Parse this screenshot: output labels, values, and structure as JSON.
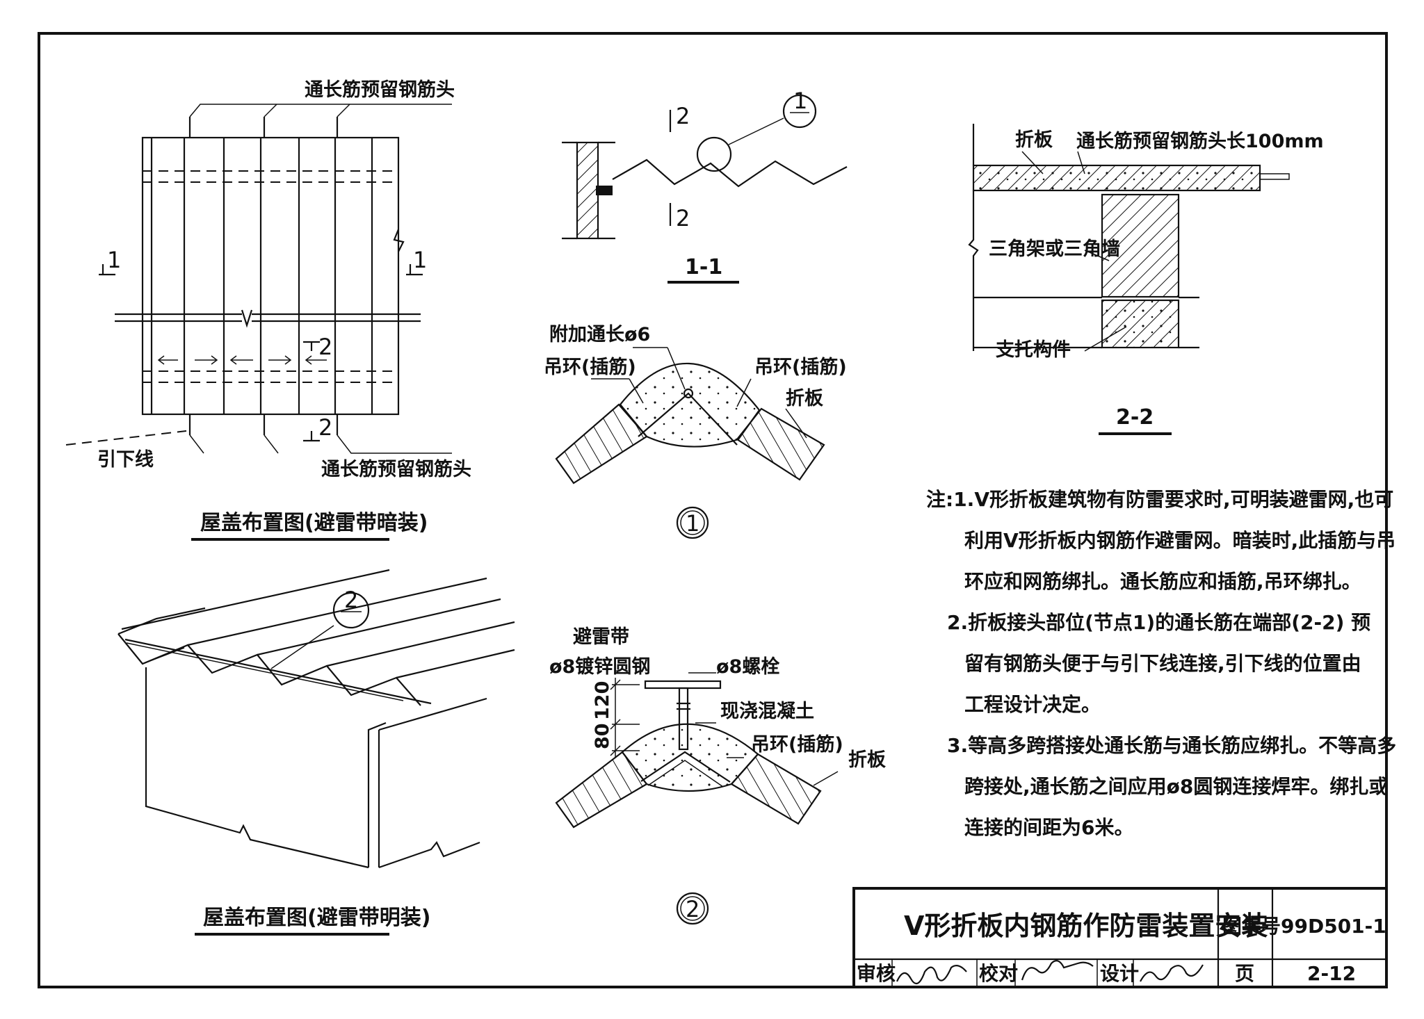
{
  "plan_view": {
    "label_top": "通长筋预留钢筋头",
    "label_bottom": "通长筋预留钢筋头",
    "label_downlead": "引下线",
    "sec1_mark": "1",
    "sec2_mark": "2",
    "caption": "屋盖布置图(避雷带暗装)"
  },
  "section_1_1": {
    "mark_top": "2",
    "mark_bottom": "2",
    "callout": "1",
    "caption": "1-1"
  },
  "detail_1": {
    "label_extra_bar": "附加通长ø6",
    "label_hook_left": "吊环(插筋)",
    "label_hook_right": "吊环(插筋)",
    "label_panel": "折板",
    "caption": "1"
  },
  "section_2_2": {
    "label_panel": "折板",
    "label_bar": "通长筋预留钢筋头长100mm",
    "label_truss": "三角架或三角墙",
    "label_support": "支托构件",
    "caption": "2-2"
  },
  "iso_view": {
    "callout": "2",
    "caption": "屋盖布置图(避雷带明装)"
  },
  "detail_2": {
    "label_strip": "避雷带",
    "label_steel": "ø8镀锌圆钢",
    "label_bolt": "ø8螺栓",
    "label_concrete": "现浇混凝土",
    "label_hook": "吊环(插筋)",
    "label_panel": "折板",
    "dim_120": "120",
    "dim_80": "80",
    "caption": "2"
  },
  "notes": {
    "lines": [
      "注:1.V形折板建筑物有防雷要求时,可明装避雷网,也可",
      "利用V形折板内钢筋作避雷网。暗装时,此插筋与吊",
      "环应和网筋绑扎。通长筋应和插筋,吊环绑扎。",
      "2.折板接头部位(节点1)的通长筋在端部(2-2) 预",
      "留有钢筋头便于与引下线连接,引下线的位置由",
      "工程设计决定。",
      "3.等高多跨搭接处通长筋与通长筋应绑扎。不等高多",
      "跨接处,通长筋之间应用ø8圆钢连接焊牢。绑扎或",
      "连接的间距为6米。"
    ]
  },
  "title_block": {
    "title": "V形折板内钢筋作防雷装置安装",
    "atlas_label": "图集号",
    "atlas_no": "99D501-1",
    "review": "审核",
    "check": "校对",
    "design": "设计",
    "page_label": "页",
    "page_no": "2-12"
  }
}
